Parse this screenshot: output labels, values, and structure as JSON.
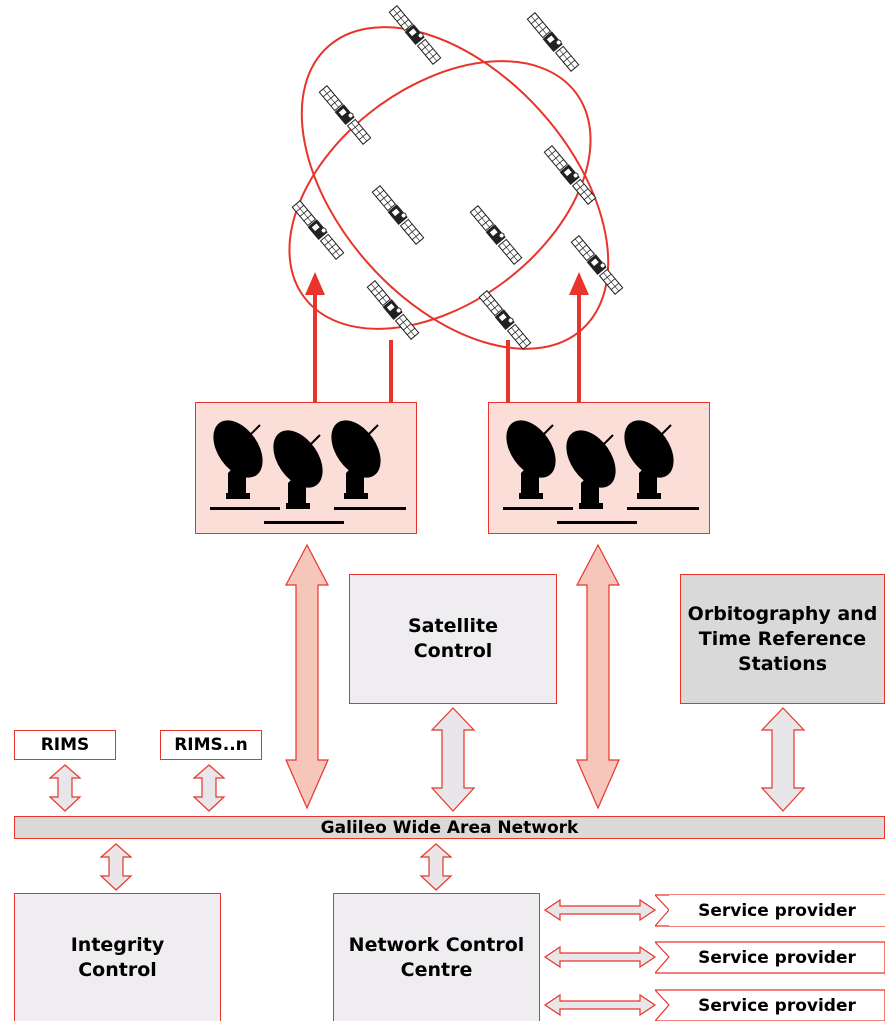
{
  "diagram": {
    "colors": {
      "orbit": "#e8342a",
      "arrow_fill": "#e8e6e8",
      "arrow_fill_light_red": "#f7c6bb",
      "station_fill": "#fcded8",
      "box_fill": "#efedf0",
      "network_fill": "#d9d9d9"
    },
    "satellite_control": "Satellite\nControl",
    "orbitography": "Orbitography and\nTime Reference\nStations",
    "rims": "RIMS",
    "rims_n": "RIMS..n",
    "network": "Galileo Wide Area Network",
    "integrity_control": "Integrity\nControl",
    "network_control_centre": "Network Control\nCentre",
    "service_providers": [
      "Service provider",
      "Service provider",
      "Service provider"
    ],
    "icons": {
      "satellite": "satellite-icon",
      "dish": "satellite-dish-icon"
    }
  }
}
